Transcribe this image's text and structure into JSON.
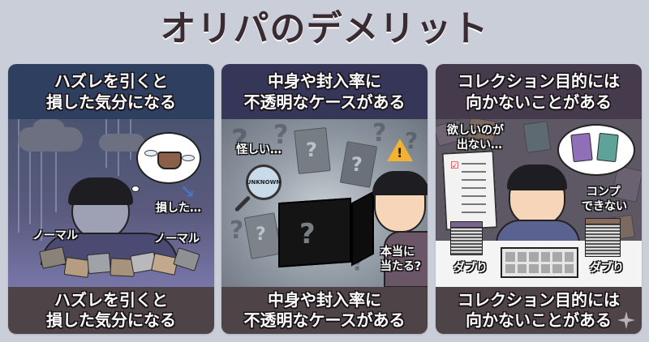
{
  "page": {
    "title": "オリパのデメリット"
  },
  "panels": [
    {
      "header": {
        "line1": "ハズレを引くと",
        "line2": "損した気分になる"
      },
      "footer": {
        "line1": "ハズレを引くと",
        "line2": "損した気分になる"
      },
      "scene": {
        "labels": {
          "loss": "損した…",
          "normal_left": "ノーマル",
          "normal_right": "ノーマル"
        },
        "icons": [
          "rain-cloud-icon",
          "winged-wallet-icon",
          "down-arrow-icon",
          "crying-person-icon",
          "card-pile-icon"
        ]
      },
      "colors": {
        "header": "#2f3f5f",
        "footer": "#4e4347"
      }
    },
    {
      "header": {
        "line1": "中身や封入率に",
        "line2": "不透明なケースがある"
      },
      "footer": {
        "line1": "中身や封入率に",
        "line2": "不透明なケースがある"
      },
      "scene": {
        "labels": {
          "suspicious": "怪しい…",
          "unknown": "UNKNOWN",
          "really": "本当に",
          "win": "当たる?"
        },
        "icons": [
          "magnifier-icon",
          "mystery-box-icon",
          "warning-icon",
          "question-card-icon",
          "worried-person-icon"
        ]
      },
      "colors": {
        "header": "#363659",
        "footer": "#4e4347"
      }
    },
    {
      "header": {
        "line1": "コレクション目的には",
        "line2": "向かないことがある"
      },
      "footer": {
        "line1": "コレクション目的には",
        "line2": "向かないことがある"
      },
      "scene": {
        "labels": {
          "want1": "欲しいのが",
          "want2": "出ない…",
          "comp1": "コンプ",
          "comp2": "できない",
          "dupe_left": "ダブり",
          "dupe_right": "ダブり"
        },
        "icons": [
          "checklist-icon",
          "thought-cards-icon",
          "frustrated-person-icon",
          "card-stack-icon",
          "binder-icon"
        ]
      },
      "colors": {
        "header": "#463a4d",
        "footer": "#4e4347"
      }
    }
  ],
  "colors": {
    "background": "#c9ced9",
    "title": "#3a2b33"
  }
}
